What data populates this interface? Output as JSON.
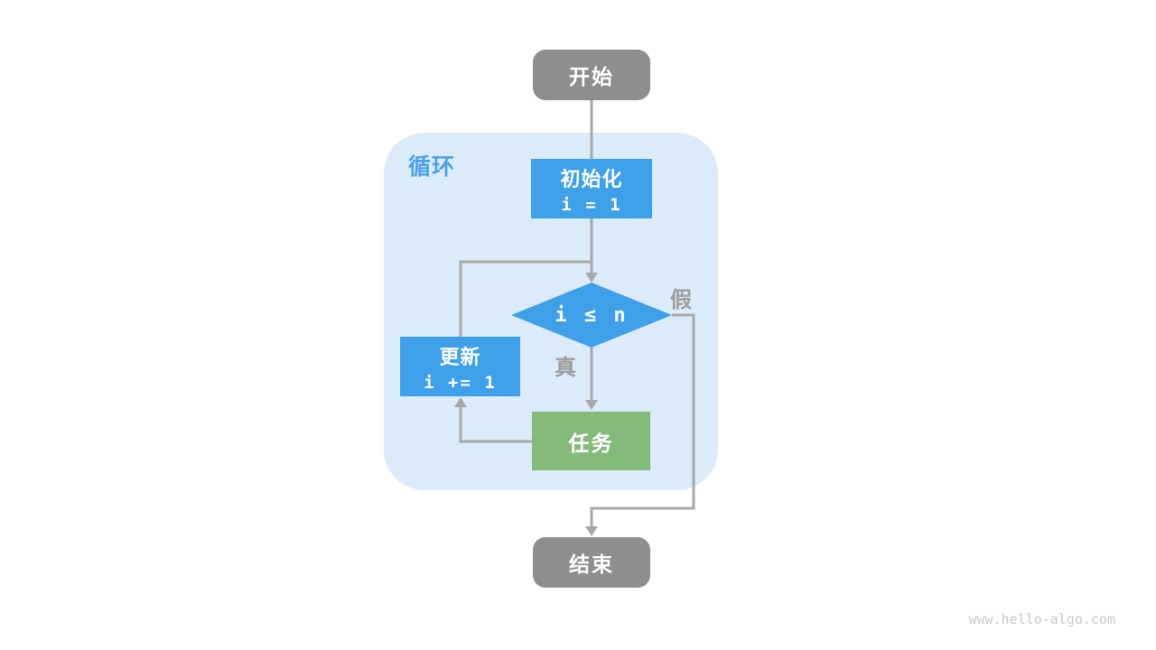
{
  "colors": {
    "node_blue": "#3da0e8",
    "node_green": "#84bb7b",
    "node_gray": "#8e8e8e",
    "loop_container_bg": "#dcebf9",
    "loop_label_blue": "#4aa3e8",
    "connector_gray": "#a8a8a8",
    "edge_label_gray": "#9d9d9d",
    "watermark_gray": "#c8c8c8"
  },
  "flowchart": {
    "loop_label": "循环",
    "nodes": {
      "start": "开始",
      "init_title": "初始化",
      "init_code": "i = 1",
      "condition": "i ≤ n",
      "update_title": "更新",
      "update_code": "i += 1",
      "task": "任务",
      "end": "结束"
    },
    "edges": {
      "true_label": "真",
      "false_label": "假"
    }
  },
  "watermark": "www.hello-algo.com"
}
